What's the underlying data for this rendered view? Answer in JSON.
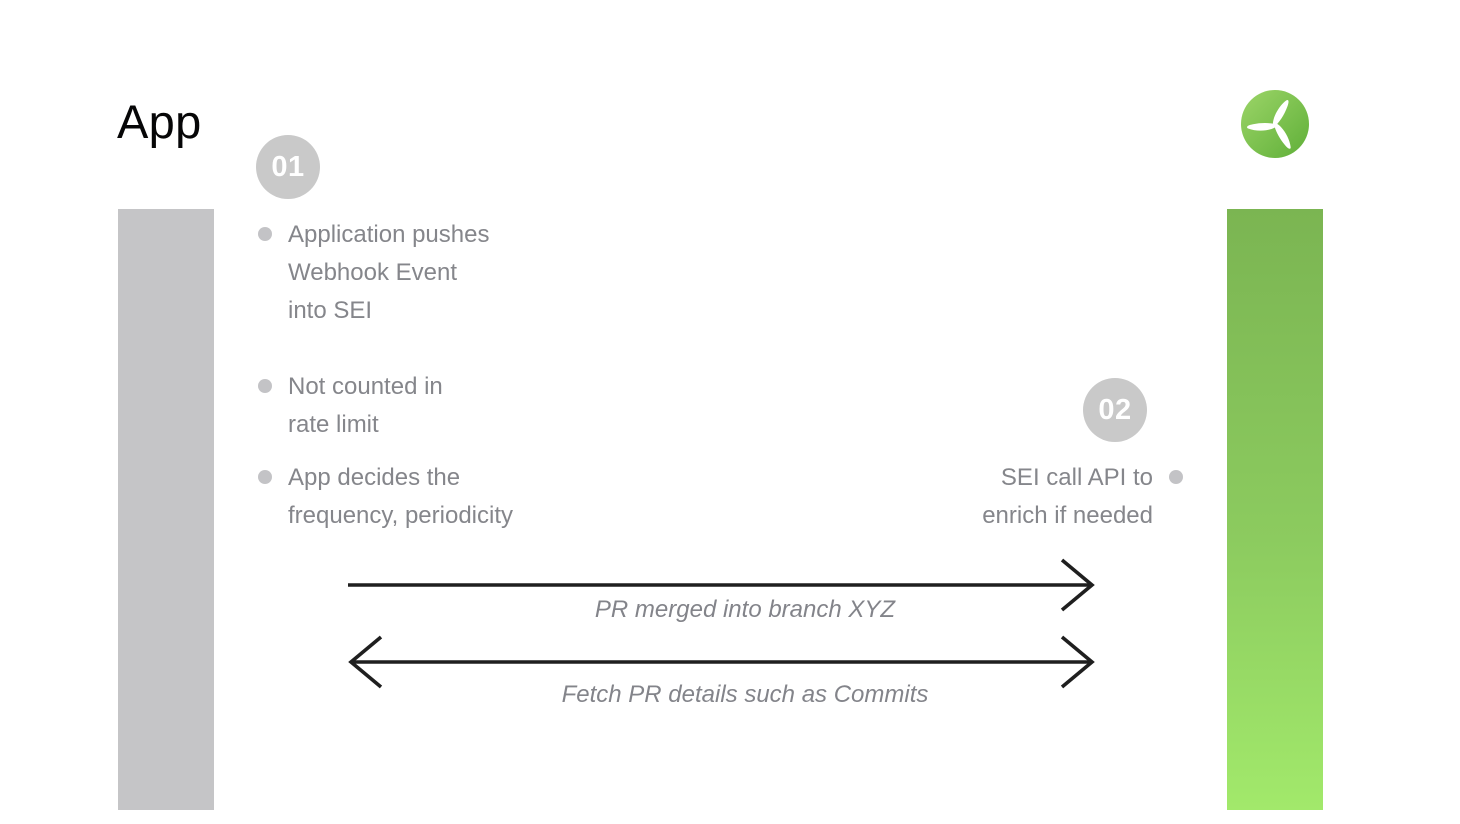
{
  "title": "App",
  "logo": {
    "icon": "propeller-icon",
    "gradient_top": "#9CD568",
    "gradient_bottom": "#5FAF38"
  },
  "lanes": {
    "left_bar_color": "#C5C5C7",
    "right_bar_gradient_top": "#7BB552",
    "right_bar_gradient_bottom": "#A2E96B"
  },
  "step1": {
    "number": "01",
    "bullets": [
      "Application pushes\nWebhook Event\ninto SEI",
      "Not counted in\nrate limit",
      "App decides the\nfrequency, periodicity"
    ]
  },
  "step2": {
    "number": "02",
    "bullets": [
      "SEI call API to\nenrich if needed"
    ]
  },
  "arrows": {
    "forward_label": "PR merged into branch XYZ",
    "reverse_label": "Fetch PR details such as Commits"
  },
  "colors": {
    "badge_gray": "#C9C9C9",
    "bullet_dot_gray": "#C3C3C6",
    "text_gray": "#85868B",
    "label_gray": "#83848A",
    "arrow_black": "#1F1F1F",
    "title_black": "#060607"
  }
}
